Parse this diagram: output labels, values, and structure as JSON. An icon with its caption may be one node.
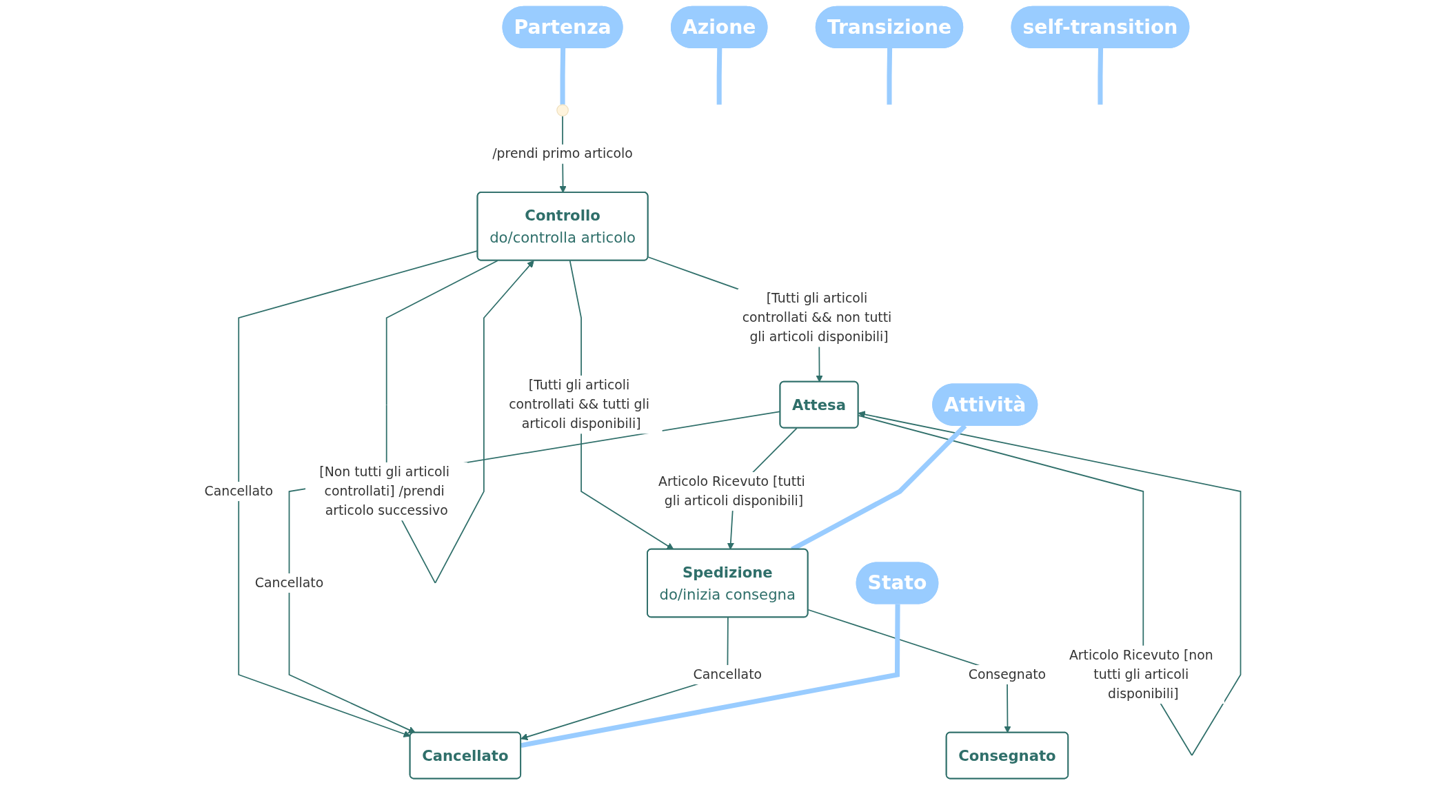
{
  "diagram": {
    "nodes": [
      {
        "text": [],
        "shape": "circle"
      },
      {
        "text": [
          "Controllo",
          "do/controlla articolo"
        ]
      },
      {
        "text": [
          "Spedizione",
          "do/inizia consegna"
        ]
      },
      {
        "text": [
          "Attesa"
        ]
      },
      {
        "text": [
          "Cancellato"
        ]
      },
      {
        "text": [
          "Consegnato"
        ]
      },
      {
        "text": [
          "Azione"
        ]
      },
      {
        "text": [
          "Partenza"
        ]
      },
      {
        "text": [
          "Attività"
        ]
      },
      {
        "text": [
          "Transizione"
        ]
      },
      {
        "text": [
          "self-transition"
        ]
      },
      {
        "text": [
          "Stato"
        ]
      }
    ],
    "edges": [
      {
        "from": 0,
        "to": 1,
        "arrow": "to",
        "label": "/prendi primo articolo"
      },
      {
        "from": 1,
        "to": 1,
        "arrow": "to",
        "label": "[Non tutti gli articoli controllati] /prendi articolo successivo"
      },
      {
        "from": 1,
        "to": 2,
        "arrow": "to",
        "label": "[Tutti gli articoli controllati && tutti gli articoli disponibili]"
      },
      {
        "from": 1,
        "to": 3,
        "arrow": "to",
        "label": "[Tutti gli articoli controllati && non tutti gli articoli disponibili]"
      },
      {
        "from": 1,
        "to": 4,
        "arrow": "to",
        "label": "Cancellato"
      },
      {
        "from": 3,
        "to": 3,
        "arrow": "to",
        "label": "Articolo Ricevuto [non tutti gli articoli disponibili]"
      },
      {
        "from": 3,
        "to": 2,
        "arrow": "to",
        "label": "Articolo Ricevuto [tutti gli articoli disponibili]"
      },
      {
        "from": 3,
        "to": 4,
        "arrow": "to",
        "label": "Cancellato"
      },
      {
        "from": 2,
        "to": 4,
        "arrow": "to",
        "label": "Cancellato"
      },
      {
        "from": 2,
        "to": 5,
        "arrow": "to",
        "label": "Consegnato"
      },
      {
        "from": 6,
        "to": null,
        "arrow": "none",
        "style": "thick",
        "color": "#99ccff"
      },
      {
        "from": 7,
        "to": 0,
        "arrow": "none",
        "style": "thick",
        "color": "#99ccff"
      },
      {
        "from": 8,
        "to": 2,
        "arrow": "none",
        "style": "thick",
        "color": "#99ccff"
      },
      {
        "from": 9,
        "to": null,
        "arrow": "none",
        "style": "thick",
        "color": "#99ccff"
      },
      {
        "from": 10,
        "to": null,
        "arrow": "none",
        "style": "thick",
        "color": "#99ccff"
      },
      {
        "from": 11,
        "to": 4,
        "arrow": "none",
        "style": "thick",
        "color": "#99ccff"
      }
    ]
  }
}
